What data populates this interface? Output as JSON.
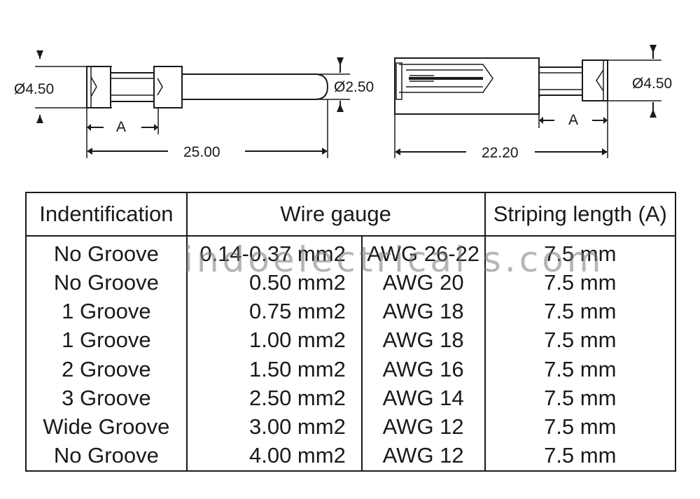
{
  "drawing_left": {
    "diameter_label": "Ø4.50",
    "tip_diameter_label": "Ø2.50",
    "strip_label": "A",
    "length_label": "25.00"
  },
  "drawing_right": {
    "diameter_label": "Ø4.50",
    "strip_label": "A",
    "length_label": "22.20"
  },
  "table": {
    "headers": {
      "identification": "Indentification",
      "wire_gauge": "Wire gauge",
      "striping_length": "Striping length (A)"
    },
    "rows": [
      {
        "identification": "No Groove",
        "mm2": "0.14-0.37 mm2",
        "awg": "AWG 26-22",
        "length": "7.5 mm"
      },
      {
        "identification": "No Groove",
        "mm2": "0.50 mm2",
        "awg": "AWG 20",
        "length": "7.5 mm"
      },
      {
        "identification": "1 Groove",
        "mm2": "0.75 mm2",
        "awg": "AWG 18",
        "length": "7.5 mm"
      },
      {
        "identification": "1 Groove",
        "mm2": "1.00 mm2",
        "awg": "AWG 18",
        "length": "7.5 mm"
      },
      {
        "identification": "2 Groove",
        "mm2": "1.50 mm2",
        "awg": "AWG 16",
        "length": "7.5 mm"
      },
      {
        "identification": "3 Groove",
        "mm2": "2.50 mm2",
        "awg": "AWG 14",
        "length": "7.5 mm"
      },
      {
        "identification": "Wide Groove",
        "mm2": "3.00 mm2",
        "awg": "AWG 12",
        "length": "7.5 mm"
      },
      {
        "identification": "No Groove",
        "mm2": "4.00 mm2",
        "awg": "AWG 12",
        "length": "7.5 mm"
      }
    ]
  },
  "watermark": "indoelectrical s.com"
}
